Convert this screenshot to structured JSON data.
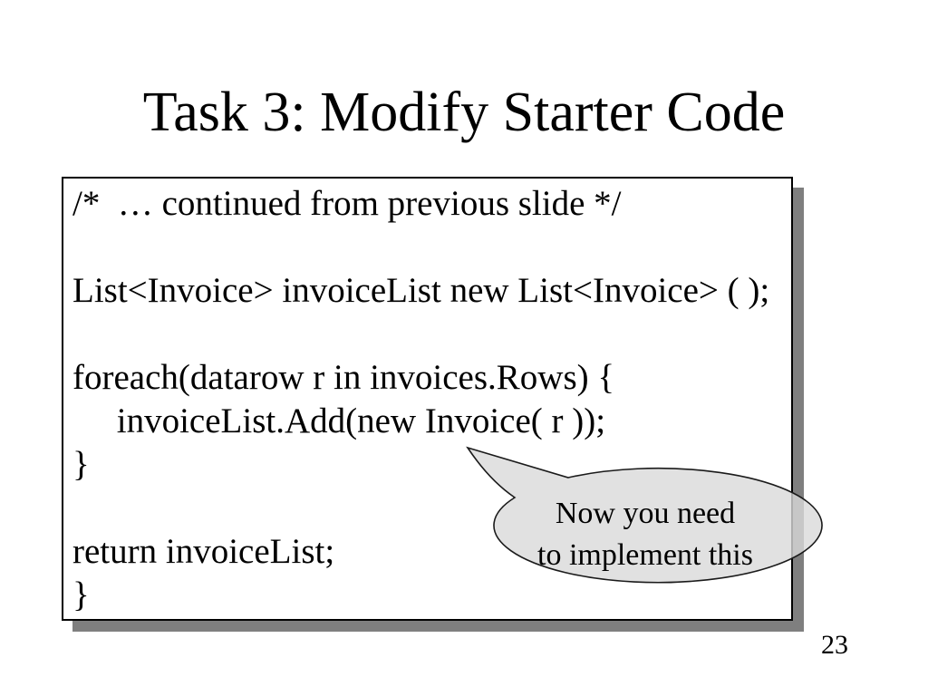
{
  "slide": {
    "title": "Task 3: Modify Starter Code",
    "page_number": "23"
  },
  "code_box": {
    "lines": [
      "/*  … continued from previous slide */",
      "",
      "List<Invoice> invoiceList new List<Invoice> ( );",
      "",
      "foreach(datarow r in invoices.Rows) {",
      "     invoiceList.Add(new Invoice( r ));",
      "}",
      "",
      "return invoiceList;",
      "}"
    ]
  },
  "callout": {
    "line1": "Now you need",
    "line2": "to implement this"
  },
  "colors": {
    "background": "#ffffff",
    "text": "#000000",
    "box_border": "#000000",
    "box_shadow": "#7f7f7f",
    "callout_fill": "#d9d9d9",
    "callout_outline": "#1a1a1a"
  }
}
